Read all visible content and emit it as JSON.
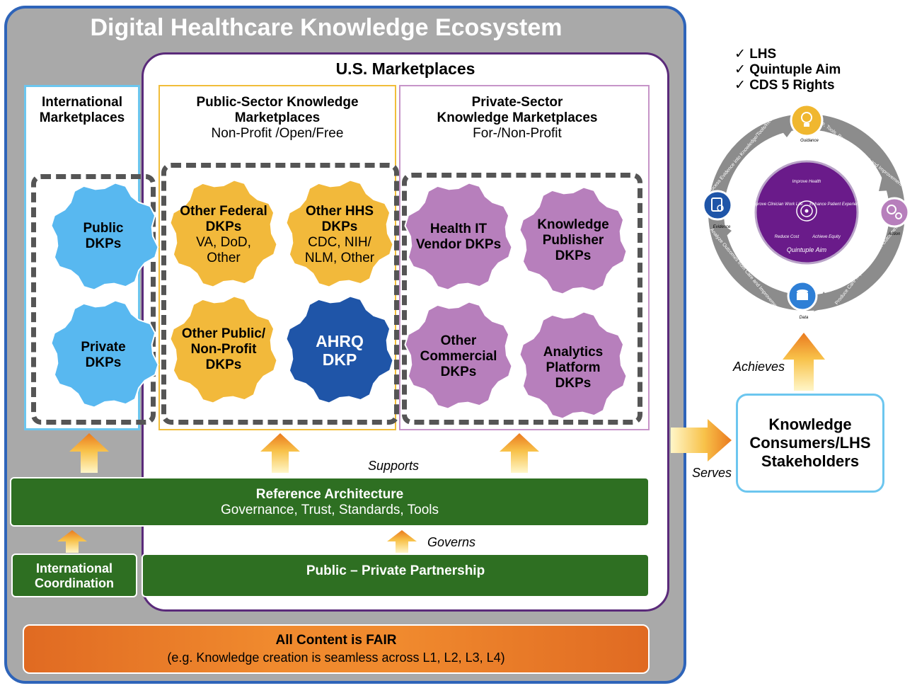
{
  "title": "Digital Healthcare Knowledge Ecosystem",
  "us_marketplaces": "U.S. Marketplaces",
  "international": {
    "title_line1": "International",
    "title_line2": "Marketplaces",
    "gears": [
      {
        "line1": "Public",
        "line2": "DKPs"
      },
      {
        "line1": "Private",
        "line2": "DKPs"
      }
    ]
  },
  "public_sector": {
    "title_line1": "Public-Sector Knowledge",
    "title_line2": "Marketplaces",
    "subtitle": "Non-Profit /Open/Free",
    "gears": [
      {
        "bold1": "Other Federal",
        "bold2": "DKPs",
        "norm1": "VA, DoD,",
        "norm2": "Other"
      },
      {
        "bold1": "Other HHS",
        "bold2": "DKPs",
        "norm1": "CDC, NIH/",
        "norm2": "NLM, Other"
      },
      {
        "bold1": "Other Public/",
        "bold2": "Non-Profit",
        "bold3": "DKPs"
      },
      {
        "bold1": "AHRQ",
        "bold2": "DKP"
      }
    ]
  },
  "private_sector": {
    "title_line1": "Private-Sector",
    "title_line2": "Knowledge Marketplaces",
    "subtitle": "For-/Non-Profit",
    "gears": [
      {
        "bold1": "Health IT",
        "bold2": "Vendor DKPs"
      },
      {
        "bold1": "Knowledge",
        "bold2": "Publisher",
        "bold3": "DKPs"
      },
      {
        "bold1": "Other",
        "bold2": "Commercial",
        "bold3": "DKPs"
      },
      {
        "bold1": "Analytics",
        "bold2": "Platform",
        "bold3": "DKPs"
      }
    ]
  },
  "supports": "Supports",
  "reference": {
    "title": "Reference Architecture",
    "subtitle": "Governance, Trust, Standards, Tools"
  },
  "governs": "Governs",
  "intl_coord": {
    "line1": "International",
    "line2": "Coordination"
  },
  "partnership": "Public – Private Partnership",
  "fair": {
    "title": "All Content is FAIR",
    "subtitle": "(e.g. Knowledge creation is seamless across L1, L2, L3, L4)"
  },
  "serves": "Serves",
  "achieves": "Achieves",
  "consumers": {
    "line1": "Knowledge",
    "line2": "Consumers/LHS",
    "line3": "Stakeholders"
  },
  "checklist": [
    "LHS",
    "Quintuple Aim",
    "CDS 5 Rights"
  ],
  "cycle": {
    "nodes": [
      "Guidance",
      "Action",
      "Data",
      "Evidence"
    ],
    "arcs": [
      "Use Knowledge, Tools, Resources in Care and Improvement Efforts",
      "Produce Care Impacts and Health Outcomes",
      "Analyze Outcomes from Care and Improvement Efforts",
      "Process Evidence into Knowledge/Tools/Resources"
    ],
    "center_title": "Quintuple Aim",
    "center_items": [
      "Improve Health",
      "Enhance Patient Experience",
      "Achieve Equity",
      "Reduce Cost",
      "Improve Clinician Work Life"
    ]
  },
  "colors": {
    "ecosystem_border": "#2e64b9",
    "gray_bg": "#a9a9a9",
    "us_border": "#5a2a7a",
    "intl_gear": "#58b8f0",
    "public_gear": "#f2b93b",
    "ahrq_gear": "#1f55a8",
    "private_gear": "#b77fbc",
    "green": "#2e6f22",
    "fair_orange": "#f08a2e",
    "quintuple": "#6a1b8a"
  }
}
